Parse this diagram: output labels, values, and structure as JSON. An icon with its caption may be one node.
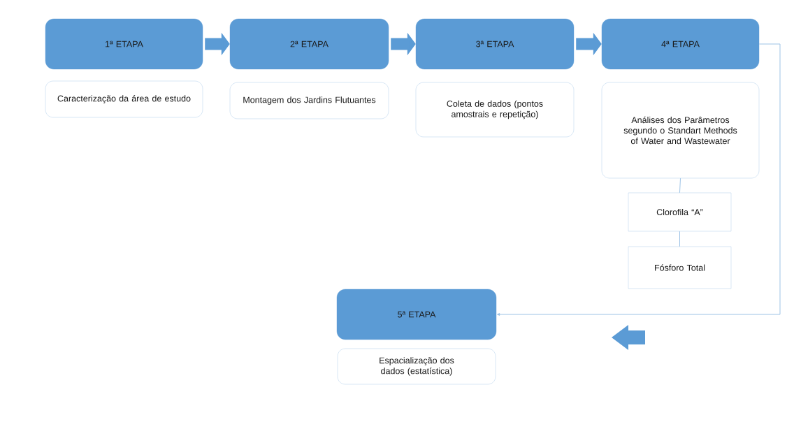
{
  "diagram": {
    "nodes": [
      {
        "text": [
          "1ª ETAPA"
        ]
      },
      {
        "text": [
          "Caracterização da área de estudo"
        ]
      },
      {
        "text": [
          "2ª ETAPA"
        ]
      },
      {
        "text": [
          "Montagem dos Jardins Flutuantes"
        ]
      },
      {
        "text": [
          "3ª ETAPA"
        ]
      },
      {
        "text": [
          "Coleta de dados (pontos amostrais e repetição)"
        ]
      },
      {
        "text": [
          "4ª ETAPA"
        ]
      },
      {
        "text": [
          "Análises dos Parâmetros segundo o Standart Methods of Water and Wastewater"
        ]
      },
      {
        "text": [
          "Clorofila “A”"
        ]
      },
      {
        "text": [
          "Fósforo Total"
        ]
      },
      {
        "text": [
          "5ª ETAPA"
        ]
      },
      {
        "text": [
          "Espacialização dos dados (estatística)"
        ]
      }
    ],
    "edges": [
      {
        "from": 0,
        "to": 2,
        "arrow": "to",
        "style": "thick"
      },
      {
        "from": 2,
        "to": 4,
        "arrow": "to",
        "style": "thick"
      },
      {
        "from": 4,
        "to": 6,
        "arrow": "to",
        "style": "thick"
      },
      {
        "from": 7,
        "to": 8,
        "arrow": "none"
      },
      {
        "from": 8,
        "to": 9,
        "arrow": "none"
      },
      {
        "from": 6,
        "to": 10,
        "arrow": "to"
      }
    ]
  }
}
